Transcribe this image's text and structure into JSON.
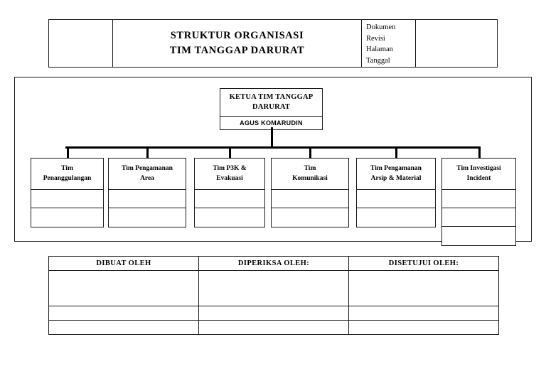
{
  "header": {
    "logo_cell": "",
    "title_lines": [
      "STRUKTUR ORGANISASI",
      "TIM TANGGAP DARURAT"
    ],
    "meta": [
      {
        "label": "Dokumen",
        "value": ""
      },
      {
        "label": "Revisi",
        "value": ""
      },
      {
        "label": "Halaman",
        "value": ""
      },
      {
        "label": "Tanggal",
        "value": ""
      }
    ]
  },
  "org_chart": {
    "leader": {
      "title_lines": [
        "KETUA TIM TANGGAP",
        "DARURAT"
      ],
      "name": "AGUS KOMARUDIN"
    },
    "teams": [
      {
        "title_lines": [
          "Tim",
          "Penanggulangan"
        ],
        "slots": 2
      },
      {
        "title_lines": [
          "Tim Pengamanan",
          "Area"
        ],
        "slots": 2
      },
      {
        "title_lines": [
          "Tim P3K &",
          "Evakuasi"
        ],
        "slots": 2
      },
      {
        "title_lines": [
          "Tim",
          "Komunikasi"
        ],
        "slots": 2
      },
      {
        "title_lines": [
          "Tim Pengamanan",
          "Arsip & Material"
        ],
        "slots": 2
      },
      {
        "title_lines": [
          "Tim Investigasi",
          "Incident"
        ],
        "slots": 3
      }
    ]
  },
  "signature_table": {
    "headers": [
      "DIBUAT OLEH",
      "DIPERIKSA OLEH:",
      "DISETUJUI OLEH:"
    ],
    "rows": [
      [
        "",
        "",
        ""
      ],
      [
        "",
        "",
        ""
      ],
      [
        "",
        "",
        ""
      ]
    ]
  }
}
